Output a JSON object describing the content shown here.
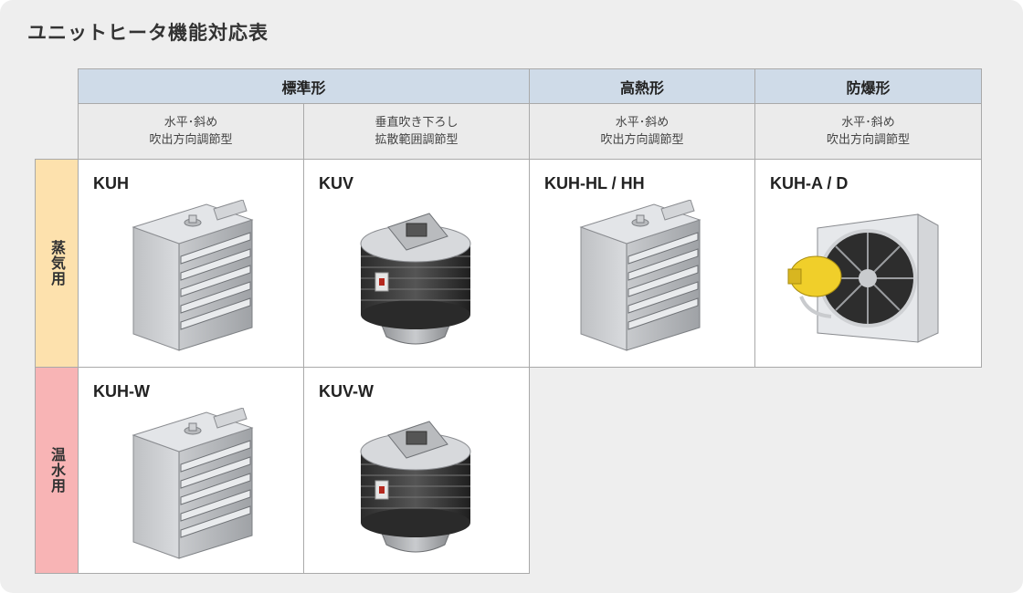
{
  "title": "ユニットヒータ機能対応表",
  "groups": [
    {
      "label": "標準形"
    },
    {
      "label": "高熱形"
    },
    {
      "label": "防爆形"
    }
  ],
  "subheaders": [
    {
      "line1": "水平･斜め",
      "line2": "吹出方向調節型"
    },
    {
      "line1": "垂直吹き下ろし",
      "line2": "拡散範囲調節型"
    },
    {
      "line1": "水平･斜め",
      "line2": "吹出方向調節型"
    },
    {
      "line1": "水平･斜め",
      "line2": "吹出方向調節型"
    }
  ],
  "rows": [
    {
      "label": "蒸気用",
      "color": "#fde1ad"
    },
    {
      "label": "温水用",
      "color": "#f8b4b5"
    }
  ],
  "products": {
    "steam": [
      {
        "model": "KUH",
        "image": "unit-heater-horizontal-icon"
      },
      {
        "model": "KUV",
        "image": "unit-heater-vertical-icon"
      },
      {
        "model": "KUH-HL / HH",
        "image": "unit-heater-horizontal-icon"
      },
      {
        "model": "KUH-A / D",
        "image": "explosion-proof-unit-heater-icon"
      }
    ],
    "hot_water": [
      {
        "model": "KUH-W",
        "image": "unit-heater-horizontal-icon"
      },
      {
        "model": "KUV-W",
        "image": "unit-heater-vertical-icon"
      }
    ]
  },
  "colors": {
    "header_bg": "#cfdbe8",
    "subheader_bg": "#ebebeb",
    "border": "#a9a9a9",
    "panel_bg": "#eeeeee"
  }
}
